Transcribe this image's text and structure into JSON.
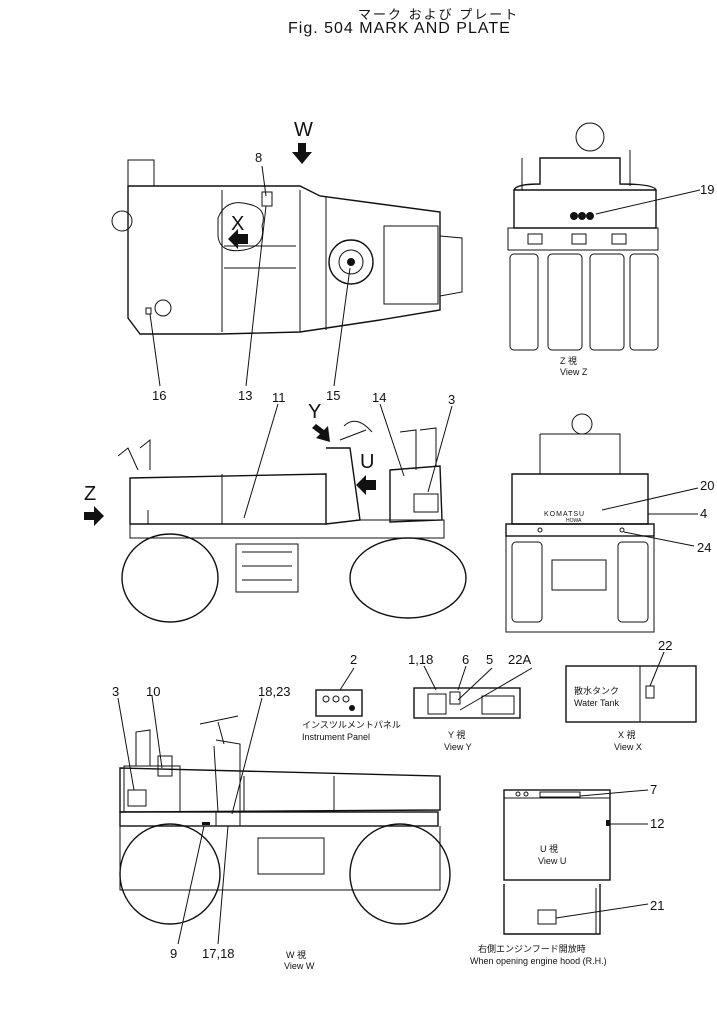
{
  "header": {
    "title_jp": "マーク および プレート",
    "title_en": "Fig. 504  MARK  AND  PLATE"
  },
  "views": {
    "top": {
      "arrow_w": "W",
      "arrow_x": "X"
    },
    "side_left": {
      "arrow_z": "Z",
      "arrow_y": "Y",
      "arrow_u": "U"
    },
    "view_z": {
      "caption_jp": "Z  視",
      "caption_en": "View  Z"
    },
    "rear": {
      "brand": "KOMATSU",
      "brand_sub": "HOWA"
    },
    "instrument": {
      "caption_jp": "インスツルメントパネル",
      "caption_en": "Instrument  Panel"
    },
    "view_y": {
      "caption_jp": "Y  視",
      "caption_en": "View  Y"
    },
    "view_x": {
      "caption_jp": "X  視",
      "caption_en": "View  X",
      "tank_jp": "散水タンク",
      "tank_en": "Water  Tank"
    },
    "view_w": {
      "caption_jp": "W  視",
      "caption_en": "View  W"
    },
    "view_u": {
      "caption_jp": "U  視",
      "caption_en": "View  U"
    },
    "hood": {
      "caption_jp": "右側エンジンフード開放時",
      "caption_en": "When  opening  engine  hood  (R.H.)"
    }
  },
  "callouts": {
    "c8": "8",
    "c19": "19",
    "c16": "16",
    "c13": "13",
    "c15": "15",
    "c11": "11",
    "c14": "14",
    "c3a": "3",
    "c20": "20",
    "c4": "4",
    "c24": "24",
    "c2": "2",
    "c118a": "1,18",
    "c6": "6",
    "c5": "5",
    "c22a": "22A",
    "c22": "22",
    "c3b": "3",
    "c10": "10",
    "c1823": "18,23",
    "c7": "7",
    "c12": "12",
    "c21": "21",
    "c9": "9",
    "c1718": "17,18"
  }
}
